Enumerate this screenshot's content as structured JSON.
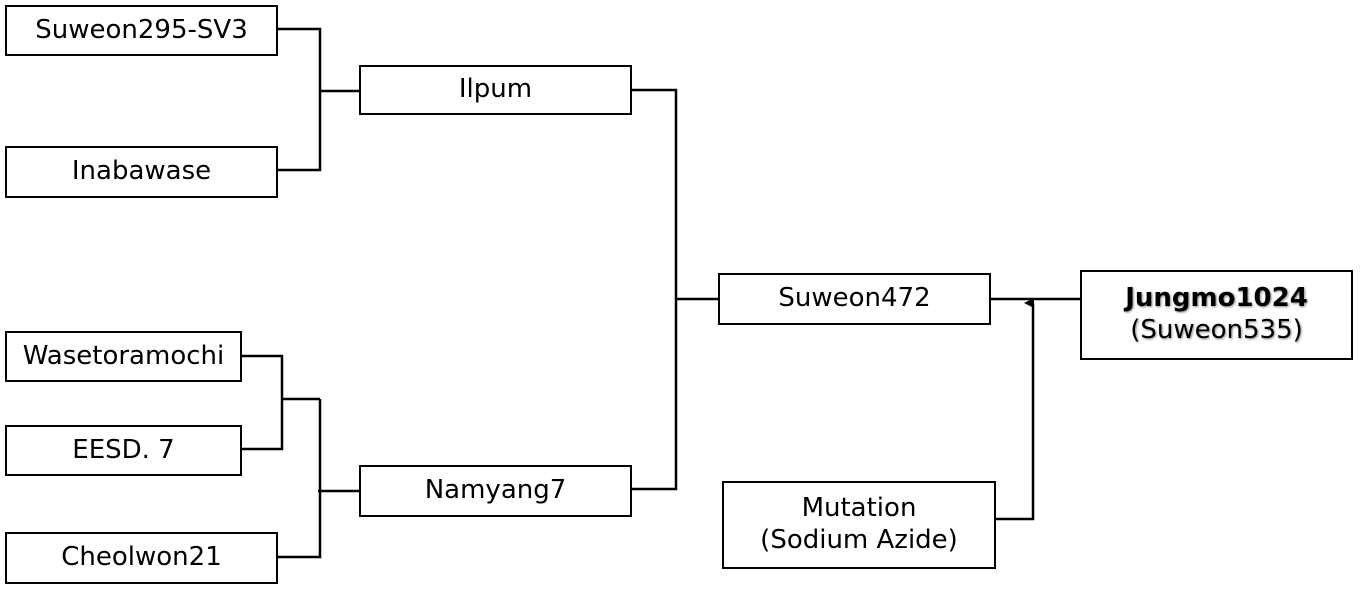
{
  "nodes": {
    "suweon295": "Suweon295-SV3",
    "inabawase": "Inabawase",
    "ilpum": "Ilpum",
    "wasetoramochi": "Wasetoramochi",
    "eesd7": "EESD. 7",
    "cheolwon21": "Cheolwon21",
    "namyang7": "Namyang7",
    "suweon472": "Suweon472",
    "mutation": {
      "line1": "Mutation",
      "line2": "(Sodium Azide)"
    },
    "jungmo1024": {
      "line1": "Jungmo1024",
      "line2": "(Suweon535)"
    }
  },
  "colors": {
    "line": "#000000",
    "box_border": "#000000",
    "background": "#ffffff"
  }
}
